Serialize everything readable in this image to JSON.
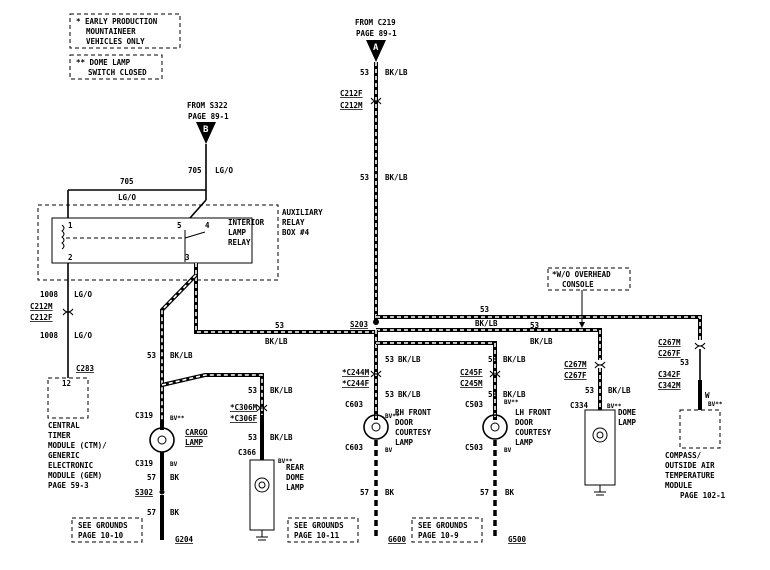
{
  "notes": {
    "early_production": [
      "*  EARLY PRODUCTION",
      "MOUNTAINEER",
      "VEHICLES ONLY"
    ],
    "dome_switch": [
      "** DOME LAMP",
      "SWITCH CLOSED"
    ]
  },
  "sources": {
    "a_from": "FROM C219",
    "a_page": "PAGE 89-1",
    "a_letter": "A",
    "b_from": "FROM S322",
    "b_page": "PAGE 89-1",
    "b_letter": "B"
  },
  "relay": {
    "label": [
      "INTERIOR",
      "LAMP",
      "RELAY"
    ],
    "box": [
      "AUXILIARY",
      "RELAY",
      "BOX #4"
    ],
    "pins": [
      "1",
      "5",
      "4",
      "2",
      "3"
    ]
  },
  "wires": {
    "w705": "705",
    "lgo": "LG/O",
    "w53": "53",
    "bklb": "BK/LB",
    "w1008": "1008",
    "w57": "57",
    "bk": "BK",
    "w": "W"
  },
  "connectors": {
    "c212f": "C212F",
    "c212m": "C212M",
    "c283": "C283",
    "pin12": "12",
    "s203": "S203",
    "c319": "C319",
    "c366": "C366",
    "c306m": "*C306M",
    "c306f": "*C306F",
    "s302": "S302",
    "c244m": "*C244M",
    "c244f": "*C244F",
    "c603": "C603",
    "c245f": "C245F",
    "c245m": "C245M",
    "c503": "C503",
    "c267m": "C267M",
    "c267f": "C267F",
    "c334": "C334",
    "c342f": "C342F",
    "c342m": "C342M",
    "g204": "G204",
    "g600": "G600",
    "g500": "G500",
    "bv": "BV",
    "bvss": "BV**"
  },
  "components": {
    "ctm": [
      "CENTRAL",
      "TIMER",
      "MODULE (CTM)/",
      "GENERIC",
      "ELECTRONIC",
      "MODULE (GEM)",
      "PAGE 59-3"
    ],
    "cargo": [
      "CARGO",
      "LAMP"
    ],
    "rear_dome": [
      "REAR",
      "DOME",
      "LAMP"
    ],
    "rh_courtesy": [
      "RH FRONT",
      "DOOR",
      "COURTESY",
      "LAMP"
    ],
    "lh_courtesy": [
      "LH FRONT",
      "DOOR",
      "COURTESY",
      "LAMP"
    ],
    "dome": [
      "DOME",
      "LAMP"
    ],
    "compass": [
      "COMPASS/",
      "OUTSIDE AIR",
      "TEMPERATURE",
      "MODULE",
      "PAGE 102-1"
    ],
    "overhead": [
      "*W/O OVERHEAD",
      "CONSOLE"
    ]
  },
  "grounds": {
    "g1": [
      "SEE GROUNDS",
      "PAGE 10-10"
    ],
    "g2": [
      "SEE GROUNDS",
      "PAGE 10-11"
    ],
    "g3": [
      "SEE GROUNDS",
      "PAGE 10-9"
    ]
  }
}
